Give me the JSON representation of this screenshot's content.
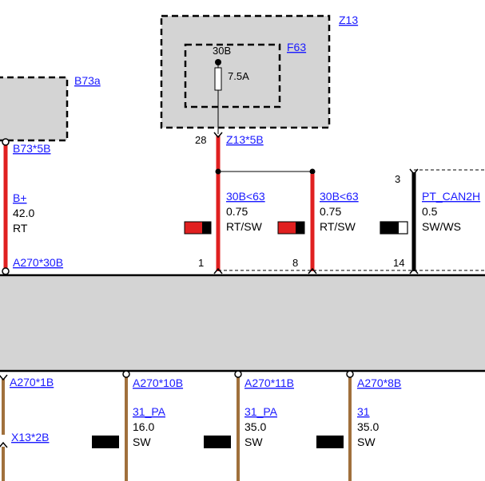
{
  "colors": {
    "link": "#1a1aff",
    "component_fill": "#d4d4d4",
    "wire_red": "#e02020",
    "wire_brown": "#a0703c",
    "wire_black": "#000000"
  },
  "components": {
    "z13": {
      "label": "Z13"
    },
    "f63": {
      "label": "F63",
      "terminal": "30B",
      "rating": "7.5A"
    },
    "b73a": {
      "label": "B73a"
    },
    "a270": {
      "label": ""
    }
  },
  "top_wires": [
    {
      "id": "bplus",
      "start_connector": "B73*5B",
      "signal": "B+",
      "gauge": "42.0",
      "color_code": "RT",
      "end_connector": "A270*30B",
      "pin": "",
      "indicator": ""
    },
    {
      "id": "w30b_1",
      "start_pin": "28",
      "start_connector": "Z13*5B",
      "signal": "30B<63",
      "gauge": "0.75",
      "color_code": "RT/SW",
      "pin": "1",
      "indicator": "red-black"
    },
    {
      "id": "w30b_2",
      "signal": "30B<63",
      "gauge": "0.75",
      "color_code": "RT/SW",
      "pin": "8",
      "indicator": "red-black"
    },
    {
      "id": "can",
      "start_pin": "3",
      "signal": "PT_CAN2H",
      "gauge": "0.5",
      "color_code": "SW/WS",
      "pin": "14",
      "indicator": "black-white"
    }
  ],
  "bottom_wires": [
    {
      "id": "g1",
      "connector": "A270*1B",
      "end_connector": "X13*2B",
      "signal": "",
      "gauge": "",
      "color_code": ""
    },
    {
      "id": "g10",
      "connector": "A270*10B",
      "signal": "31_PA",
      "gauge": "16.0",
      "color_code": "SW",
      "indicator": "black"
    },
    {
      "id": "g11",
      "connector": "A270*11B",
      "signal": "31_PA",
      "gauge": "35.0",
      "color_code": "SW",
      "indicator": "black"
    },
    {
      "id": "g8",
      "connector": "A270*8B",
      "signal": "31",
      "gauge": "35.0",
      "color_code": "SW",
      "indicator": "black"
    }
  ]
}
